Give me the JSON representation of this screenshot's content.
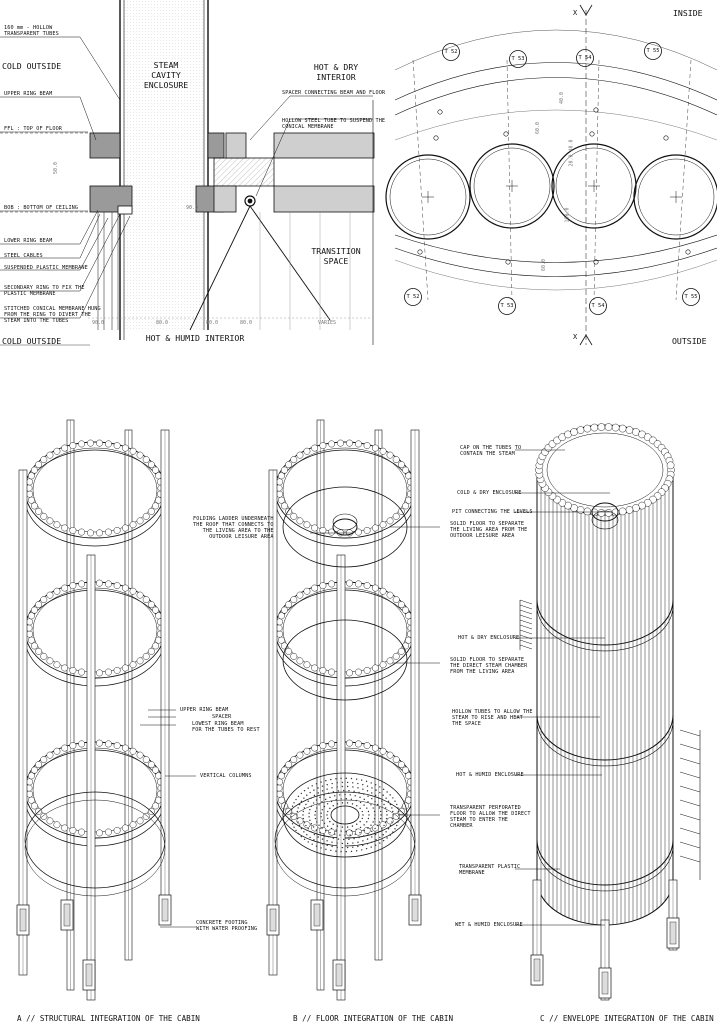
{
  "section_detail": {
    "notes": [
      "160 mm - HOLLOW\nTRANSPARENT TUBES",
      "UPPER RING BEAM",
      "FFL : TOP OF FLOOR",
      "BOB : BOTTOM OF CEILING",
      "LOWER RING BEAM",
      "STEEL CABLES",
      "SUSPENDED PLASTIC MEMBRANE",
      "SECONDARY RING TO FIX THE\nPLASTIC MEMBRANE",
      "STITCHED CONICAL MEMBRANE HUNG\nFROM THE RING TO DIVERT THE\nSTEAM INTO THE TUBES",
      "SPACER CONNECTING BEAM AND FLOOR",
      "HOLLOW STEEL TUBE TO SUSPEND THE\nCONICAL MEMBRANE"
    ],
    "zones": {
      "cold_outside_top": "COLD OUTSIDE",
      "cold_outside_bottom": "COLD OUTSIDE",
      "steam_cavity": "STEAM\nCAVITY\nENCLOSURE",
      "hot_dry": "HOT & DRY\nINTERIOR",
      "transition": "TRANSITION\nSPACE",
      "hot_humid": "HOT & HUMID INTERIOR"
    },
    "dims": [
      "90.0",
      "80.0",
      "80.0",
      "VARIES",
      "80.0",
      "90.0",
      "50.0"
    ]
  },
  "plan_detail": {
    "inside": "INSIDE",
    "outside": "OUTSIDE",
    "section_mark_top": "X",
    "section_mark_bottom": "X",
    "tags_top": [
      "T 52",
      "T 53",
      "T 54",
      "T 55"
    ],
    "tags_bottom": [
      "T 52",
      "T 53",
      "T 54",
      "T 55"
    ],
    "dims": [
      "40.0",
      "60.0",
      "20.0 40.0",
      "160.0",
      "60.0"
    ]
  },
  "axo_b_notes": [
    "FOLDING LADDER UNDERNEATH\nTHE ROOF THAT CONNECTS TO\nTHE LIVING AREA TO THE\nOUTDOOR LEISURE AREA",
    "SOLID FLOOR TO SEPARATE\nTHE LIVING AREA FROM THE\nOUTDOOR LEISURE AREA",
    "SOLID FLOOR TO SEPARATE\nTHE DIRECT STEAM CHAMBER\nFROM THE LIVING AREA",
    "TRANSPARENT PERFORATED\nFLOOR TO ALLOW THE DIRECT\nSTEAM TO ENTER THE\nCHAMBER"
  ],
  "axo_a_notes": [
    "UPPER RING BEAM",
    "SPACER",
    "LOWEST RING BEAM\nFOR THE TUBES TO REST",
    "VERTICAL COLUMNS",
    "CONCRETE FOOTING\nWITH WATER PROOFING"
  ],
  "axo_c_notes": [
    "CAP ON THE TUBES TO\nCONTAIN THE STEAM",
    "COLD & DRY ENCLOSURE",
    "PIT CONNECTING THE LEVELS",
    "HOT & DRY ENCLOSURE",
    "HOLLOW TUBES TO ALLOW THE\nSTEAM TO RISE AND HEAT\nTHE SPACE",
    "HOT & HUMID ENCLOSURE",
    "TRANSPARENT PLASTIC\nMEMBRANE",
    "WET & HUMID ENCLOSURE"
  ],
  "captions": {
    "a": "A // STRUCTURAL INTEGRATION OF THE CABIN",
    "b": "B // FLOOR INTEGRATION OF THE CABIN",
    "c": "C // ENVELOPE INTEGRATION OF THE CABIN"
  }
}
